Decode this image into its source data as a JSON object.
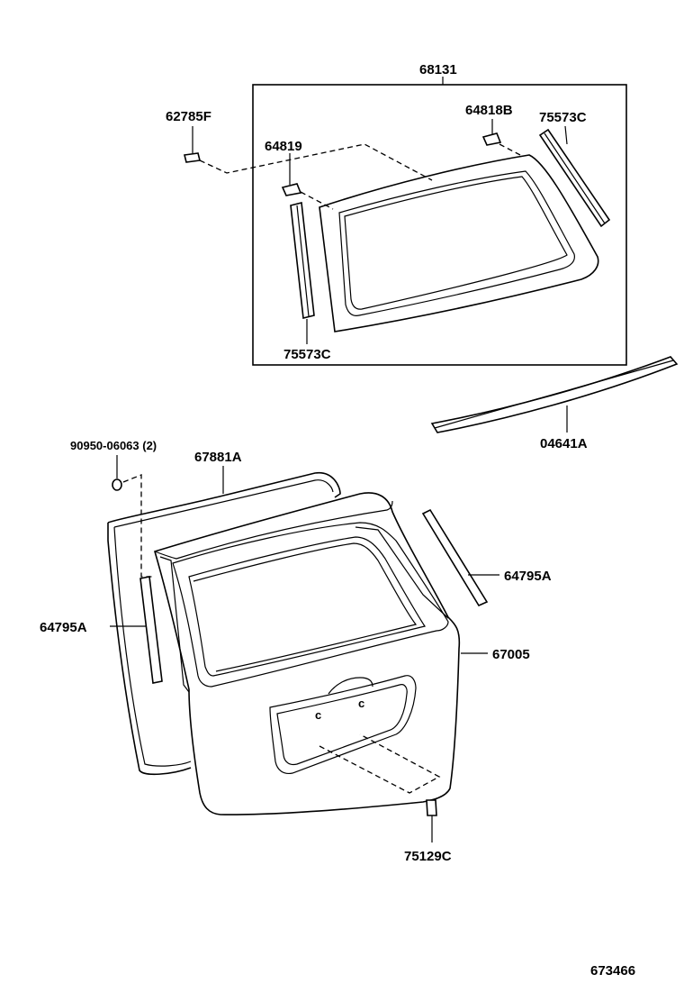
{
  "labels": {
    "glass_assembly": "68131",
    "stopper": "62785F",
    "spacer_b": "64818B",
    "spacer": "64819",
    "glass_molding_right": "75573C",
    "glass_molding_left": "75573C",
    "spoiler_strip": "04641A",
    "plug": "90950-06063 (2)",
    "weatherstrip": "67881A",
    "cushion_right": "64795A",
    "cushion_left": "64795A",
    "back_door_panel": "67005",
    "plate": "75129C",
    "drawing_number": "673466"
  }
}
